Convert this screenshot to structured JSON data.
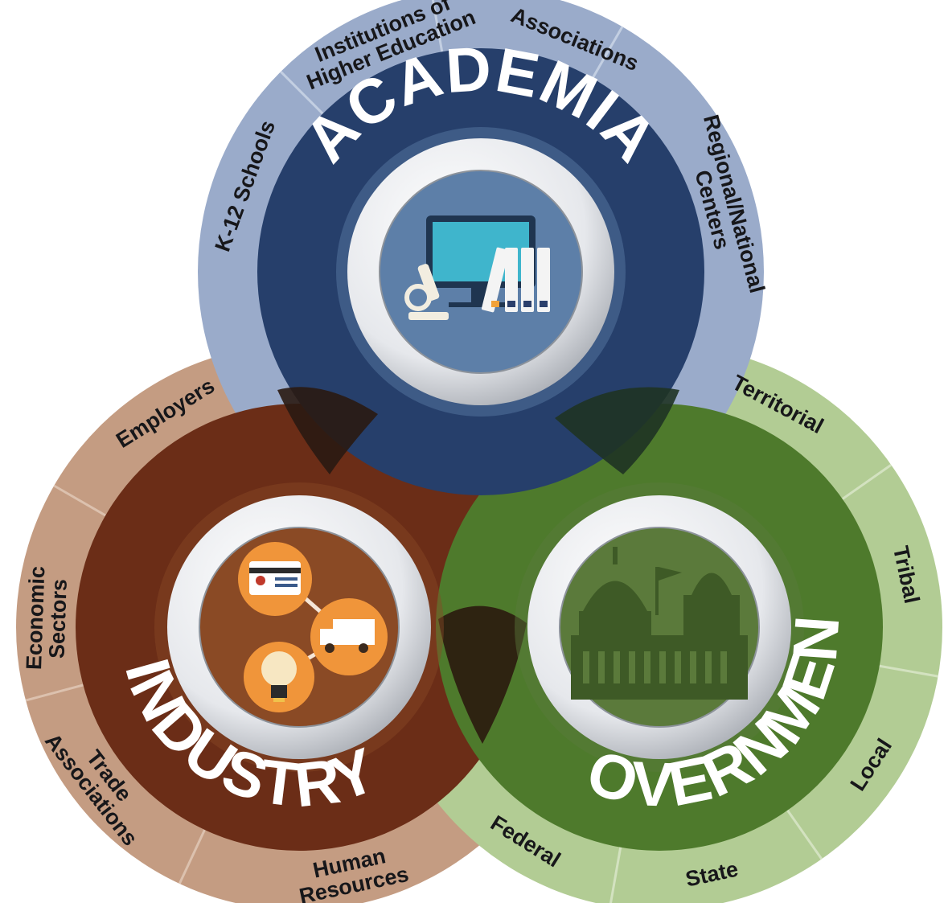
{
  "sectors": [
    {
      "key": "academia",
      "title": "ACADEMIA",
      "icon": "computer-microscope-binders-icon",
      "colors": {
        "outer": "#9aabca",
        "mid": "#263f6b",
        "inner": "#5d7fa8",
        "seg_line": "#c3cfe2"
      },
      "segments": [
        {
          "lines": [
            "K-12 Schools"
          ]
        },
        {
          "lines": [
            "Institutions of",
            "Higher Education"
          ]
        },
        {
          "lines": [
            "Associations"
          ]
        },
        {
          "lines": [
            "Regional/National",
            "Centers"
          ]
        }
      ]
    },
    {
      "key": "industry",
      "title": "INDUSTRY",
      "icon": "card-truck-lightbulb-icon",
      "colors": {
        "outer": "#c49c82",
        "mid": "#6b2d17",
        "inner": "#8a4a25",
        "seg_line": "#dcc1ae"
      },
      "segments": [
        {
          "lines": [
            "Employers"
          ]
        },
        {
          "lines": [
            "Economic",
            "Sectors"
          ]
        },
        {
          "lines": [
            "Trade",
            "Associations"
          ]
        },
        {
          "lines": [
            "Human",
            "Resources"
          ]
        }
      ]
    },
    {
      "key": "government",
      "title": "GOVERNMENT",
      "icon": "capitol-building-icon",
      "colors": {
        "outer": "#b2cc94",
        "mid": "#4e7a2c",
        "inner": "#5b7a3b",
        "seg_line": "#d3e2c0"
      },
      "segments": [
        {
          "lines": [
            "Territorial"
          ]
        },
        {
          "lines": [
            "Tribal"
          ]
        },
        {
          "lines": [
            "Local"
          ]
        },
        {
          "lines": [
            "State"
          ]
        },
        {
          "lines": [
            "Federal"
          ]
        }
      ]
    }
  ]
}
